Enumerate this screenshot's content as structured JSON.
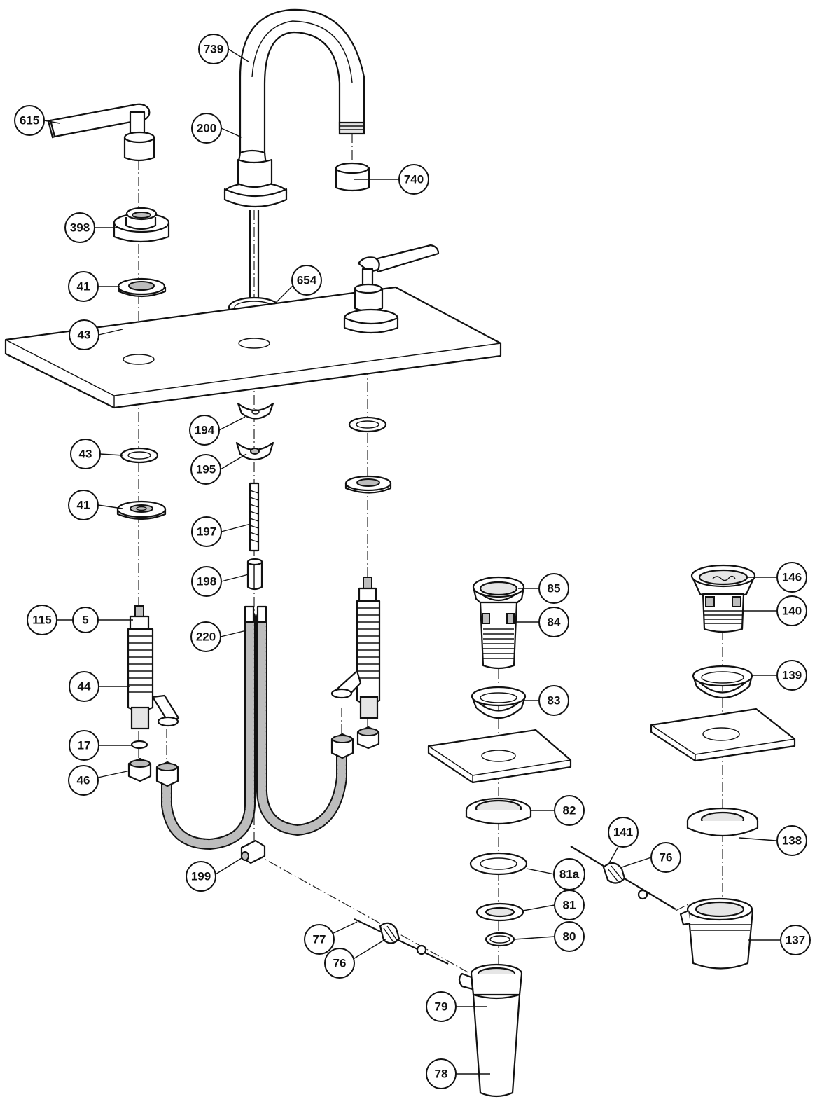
{
  "callouts": {
    "c739": "739",
    "c615": "615",
    "c200": "200",
    "c740": "740",
    "c398": "398",
    "c41a": "41",
    "c654": "654",
    "c43a": "43",
    "c194": "194",
    "c43b": "43",
    "c195": "195",
    "c41b": "41",
    "c197": "197",
    "c198": "198",
    "c85": "85",
    "c146": "146",
    "c115": "115",
    "c5": "5",
    "c220": "220",
    "c84": "84",
    "c140": "140",
    "c139": "139",
    "c83": "83",
    "c44": "44",
    "c17": "17",
    "c46": "46",
    "c82": "82",
    "c141": "141",
    "c138": "138",
    "c76a": "76",
    "c199": "199",
    "c81a": "81a",
    "c81": "81",
    "c77": "77",
    "c80": "80",
    "c137": "137",
    "c76b": "76",
    "c79": "79",
    "c78": "78"
  }
}
